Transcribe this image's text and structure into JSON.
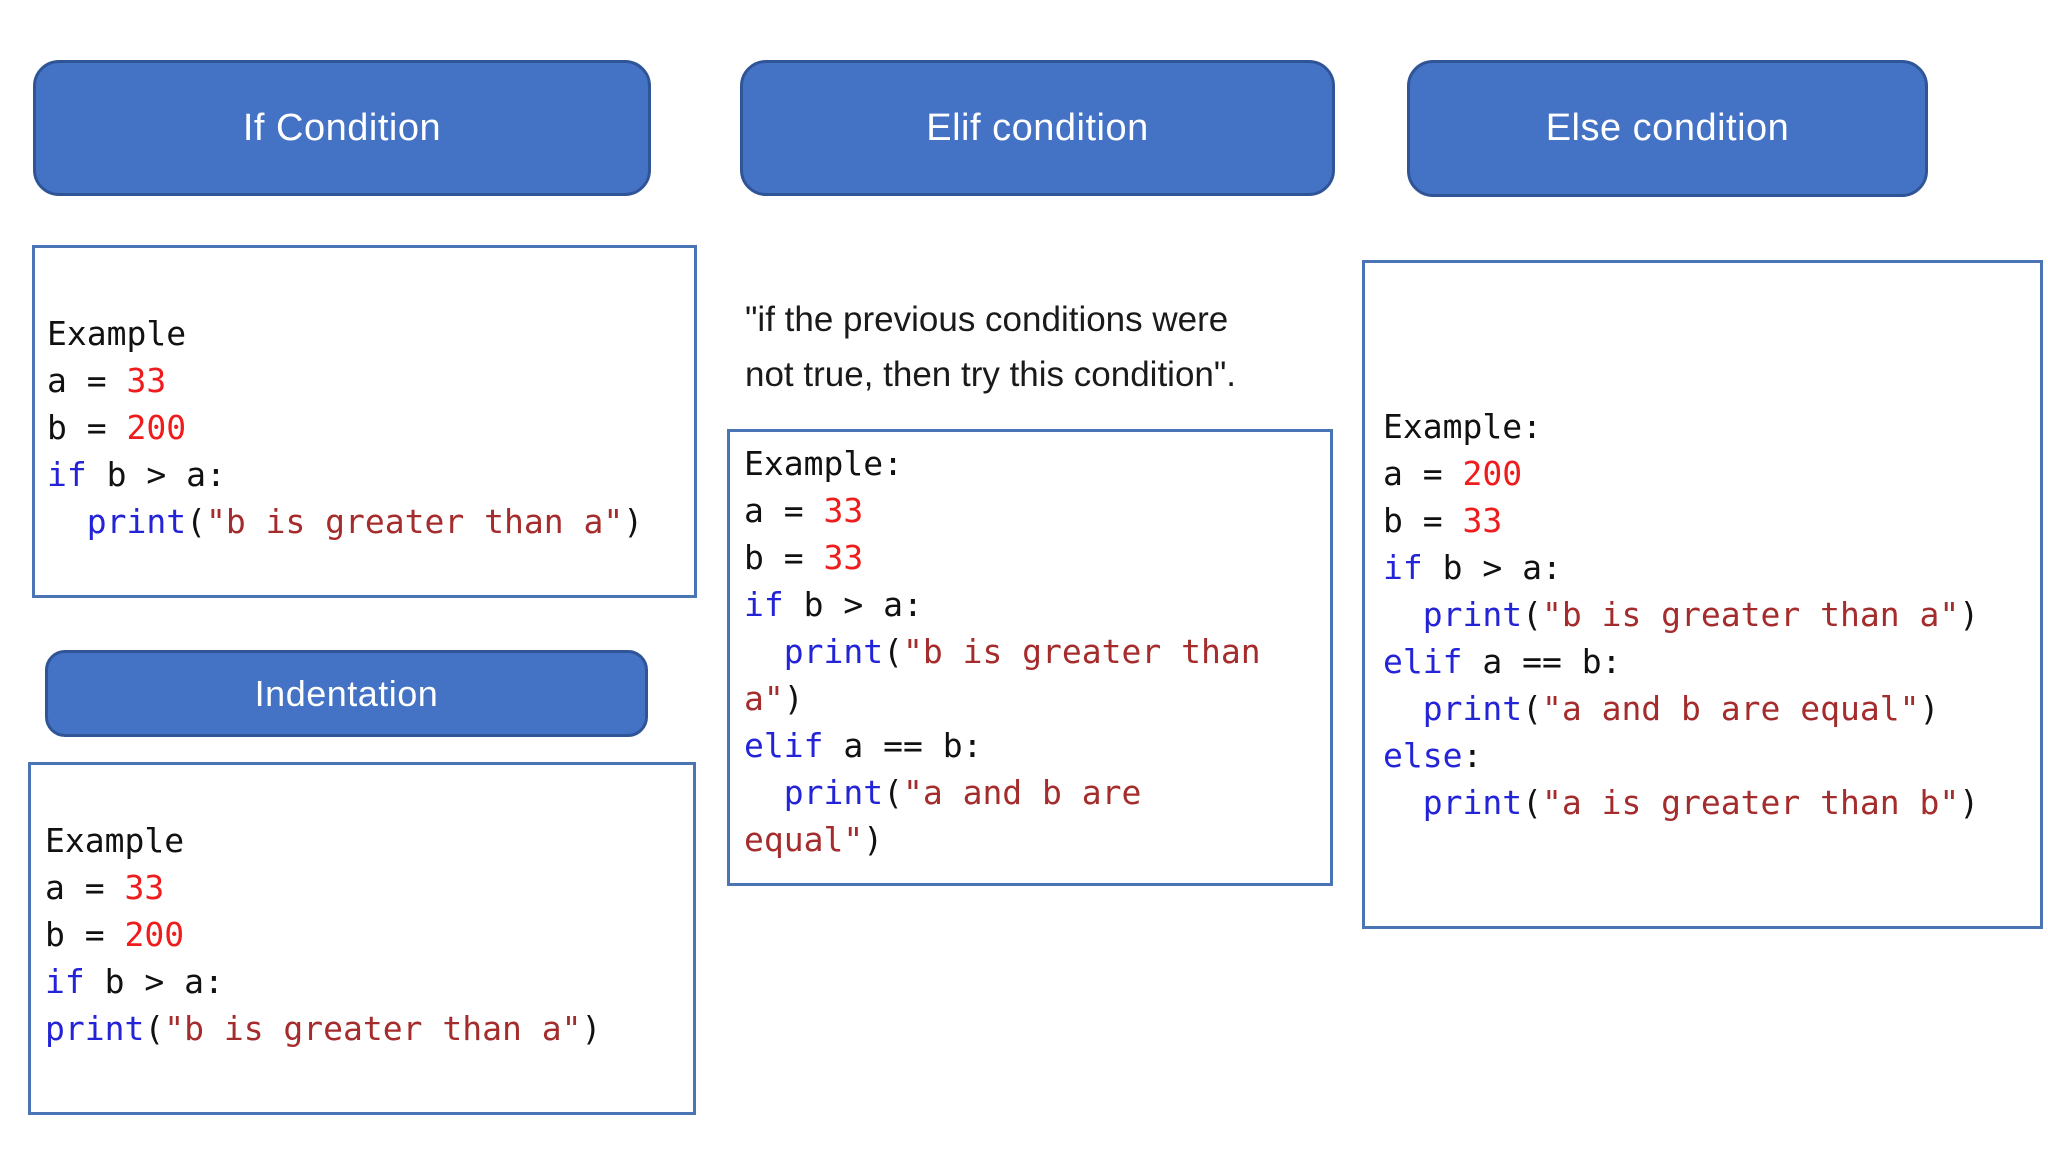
{
  "colors": {
    "background": "#ffffff",
    "header_fill": "#4472c4",
    "header_border": "#2f5597",
    "header_text": "#ffffff",
    "codebox_border": "#4a74b4",
    "code_plain": "#111111",
    "code_keyword": "#2323d8",
    "code_number": "#ee1c1c",
    "code_string": "#a52c2c",
    "description_text": "#1a1a1a"
  },
  "headers": {
    "if": "If Condition",
    "elif": "Elif condition",
    "else": "Else condition",
    "indentation": "Indentation"
  },
  "elif_description": {
    "line1": "\"if the previous conditions were",
    "line2": "not true, then try this condition\"."
  },
  "code_blocks": {
    "if_example": {
      "lines": [
        [
          {
            "t": "Example",
            "c": "pln"
          }
        ],
        [
          {
            "t": "a = ",
            "c": "pln"
          },
          {
            "t": "33",
            "c": "num"
          }
        ],
        [
          {
            "t": "b = ",
            "c": "pln"
          },
          {
            "t": "200",
            "c": "num"
          }
        ],
        [
          {
            "t": "if",
            "c": "kw"
          },
          {
            "t": " b > a:",
            "c": "pln"
          }
        ],
        [
          {
            "t": "  ",
            "c": "pln"
          },
          {
            "t": "print",
            "c": "kw"
          },
          {
            "t": "(",
            "c": "pln"
          },
          {
            "t": "\"b is greater than a\"",
            "c": "str"
          },
          {
            "t": ")",
            "c": "pln"
          }
        ]
      ]
    },
    "indentation_example": {
      "lines": [
        [
          {
            "t": "Example",
            "c": "pln"
          }
        ],
        [
          {
            "t": "a = ",
            "c": "pln"
          },
          {
            "t": "33",
            "c": "num"
          }
        ],
        [
          {
            "t": "b = ",
            "c": "pln"
          },
          {
            "t": "200",
            "c": "num"
          }
        ],
        [
          {
            "t": "if",
            "c": "kw"
          },
          {
            "t": " b > a:",
            "c": "pln"
          }
        ],
        [
          {
            "t": "print",
            "c": "kw"
          },
          {
            "t": "(",
            "c": "pln"
          },
          {
            "t": "\"b is greater than a\"",
            "c": "str"
          },
          {
            "t": ")",
            "c": "pln"
          }
        ]
      ]
    },
    "elif_example": {
      "lines": [
        [
          {
            "t": "Example:",
            "c": "pln"
          }
        ],
        [
          {
            "t": "a = ",
            "c": "pln"
          },
          {
            "t": "33",
            "c": "num"
          }
        ],
        [
          {
            "t": "b = ",
            "c": "pln"
          },
          {
            "t": "33",
            "c": "num"
          }
        ],
        [
          {
            "t": "if",
            "c": "kw"
          },
          {
            "t": " b > a:",
            "c": "pln"
          }
        ],
        [
          {
            "t": "  ",
            "c": "pln"
          },
          {
            "t": "print",
            "c": "kw"
          },
          {
            "t": "(",
            "c": "pln"
          },
          {
            "t": "\"b is greater than",
            "c": "str"
          }
        ],
        [
          {
            "t": "a\"",
            "c": "str"
          },
          {
            "t": ")",
            "c": "pln"
          }
        ],
        [
          {
            "t": "elif",
            "c": "kw"
          },
          {
            "t": " a == b:",
            "c": "pln"
          }
        ],
        [
          {
            "t": "  ",
            "c": "pln"
          },
          {
            "t": "print",
            "c": "kw"
          },
          {
            "t": "(",
            "c": "pln"
          },
          {
            "t": "\"a and b are",
            "c": "str"
          }
        ],
        [
          {
            "t": "equal\"",
            "c": "str"
          },
          {
            "t": ")",
            "c": "pln"
          }
        ]
      ]
    },
    "else_example": {
      "lines": [
        [
          {
            "t": "Example:",
            "c": "pln"
          }
        ],
        [
          {
            "t": "a = ",
            "c": "pln"
          },
          {
            "t": "200",
            "c": "num"
          }
        ],
        [
          {
            "t": "b = ",
            "c": "pln"
          },
          {
            "t": "33",
            "c": "num"
          }
        ],
        [
          {
            "t": "if",
            "c": "kw"
          },
          {
            "t": " b > a:",
            "c": "pln"
          }
        ],
        [
          {
            "t": "  ",
            "c": "pln"
          },
          {
            "t": "print",
            "c": "kw"
          },
          {
            "t": "(",
            "c": "pln"
          },
          {
            "t": "\"b is greater than a\"",
            "c": "str"
          },
          {
            "t": ")",
            "c": "pln"
          }
        ],
        [
          {
            "t": "elif",
            "c": "kw"
          },
          {
            "t": " a == b:",
            "c": "pln"
          }
        ],
        [
          {
            "t": "  ",
            "c": "pln"
          },
          {
            "t": "print",
            "c": "kw"
          },
          {
            "t": "(",
            "c": "pln"
          },
          {
            "t": "\"a and b are equal\"",
            "c": "str"
          },
          {
            "t": ")",
            "c": "pln"
          }
        ],
        [
          {
            "t": "else",
            "c": "kw"
          },
          {
            "t": ":",
            "c": "pln"
          }
        ],
        [
          {
            "t": "  ",
            "c": "pln"
          },
          {
            "t": "print",
            "c": "kw"
          },
          {
            "t": "(",
            "c": "pln"
          },
          {
            "t": "\"a is greater than b\"",
            "c": "str"
          },
          {
            "t": ")",
            "c": "pln"
          }
        ]
      ]
    }
  }
}
